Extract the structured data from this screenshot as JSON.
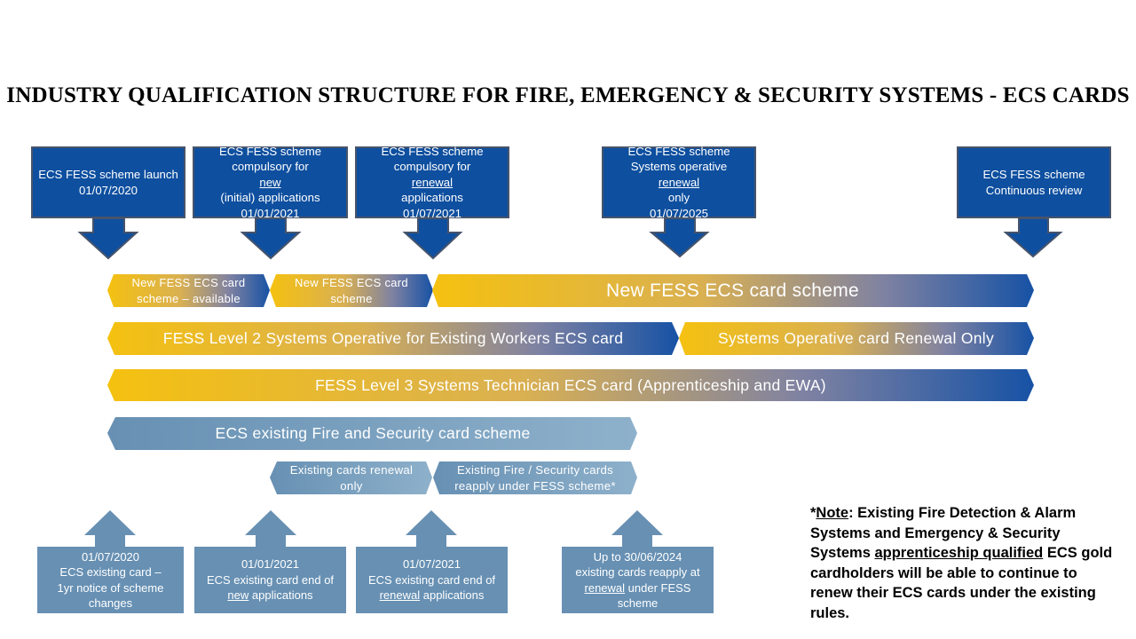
{
  "title": "INDUSTRY QUALIFICATION STRUCTURE FOR FIRE, EMERGENCY & SECURITY SYSTEMS - ECS CARDS",
  "colors": {
    "navy": "#0e4f9f",
    "gold": "#f5c110",
    "steel": "#6790b3",
    "steel_light": "#8eb1cb"
  },
  "top_milestones": [
    {
      "line1": "ECS FESS scheme launch",
      "line2": "01/07/2020"
    },
    {
      "line1": "ECS FESS scheme",
      "line2a": "compulsory for ",
      "line2b": "new",
      "line3": "(initial) applications",
      "line4": "01/01/2021"
    },
    {
      "line1": "ECS FESS scheme",
      "line2a": "compulsory for ",
      "line2b": "renewal",
      "line3": "applications",
      "line4": "01/07/2021"
    },
    {
      "line1": "ECS FESS scheme",
      "line2": "Systems operative",
      "line3a": "renewal",
      "line3b": " only",
      "line4": "01/07/2025"
    },
    {
      "line1": "ECS FESS scheme",
      "line2": "Continuous review"
    }
  ],
  "bars": {
    "row1_a": {
      "line1": "New FESS  ECS card",
      "line2": "scheme – available"
    },
    "row1_b": {
      "line1": "New FESS  ECS card",
      "line2": "scheme"
    },
    "row1_c": "New FESS ECS card scheme",
    "row2_a": "FESS Level 2 Systems Operative for Existing Workers ECS card",
    "row2_b": "Systems Operative card Renewal Only",
    "row3": "FESS Level 3 Systems Technician ECS card (Apprenticeship and EWA)",
    "row4": "ECS existing Fire and Security card scheme",
    "row5_a": {
      "line1": "Existing cards renewal",
      "line2": "only"
    },
    "row5_b": {
      "line1": "Existing Fire / Security cards",
      "line2": "reapply under FESS scheme*"
    }
  },
  "bottom_milestones": [
    {
      "line1": "01/07/2020",
      "line2": "ECS existing card –",
      "line3": "1yr notice of scheme",
      "line4": "changes"
    },
    {
      "line1": "01/01/2021",
      "line2": "ECS existing card end of",
      "line3a": "new",
      "line3b": " applications"
    },
    {
      "line1": "01/07/2021",
      "line2": "ECS existing card end of",
      "line3a": "renewal",
      "line3b": " applications"
    },
    {
      "line1": "Up to 30/06/2024",
      "line2": "existing cards reapply at",
      "line3a": "renewal",
      "line3b": " under FESS",
      "line4": "scheme"
    }
  ],
  "note": {
    "star": "*",
    "label": "Note",
    "text1": ": Existing Fire Detection & Alarm Systems and Emergency & Security Systems ",
    "underlined": "apprenticeship qualified",
    "text2": " ECS gold cardholders will be able to continue to renew their ECS cards under the existing rules."
  }
}
